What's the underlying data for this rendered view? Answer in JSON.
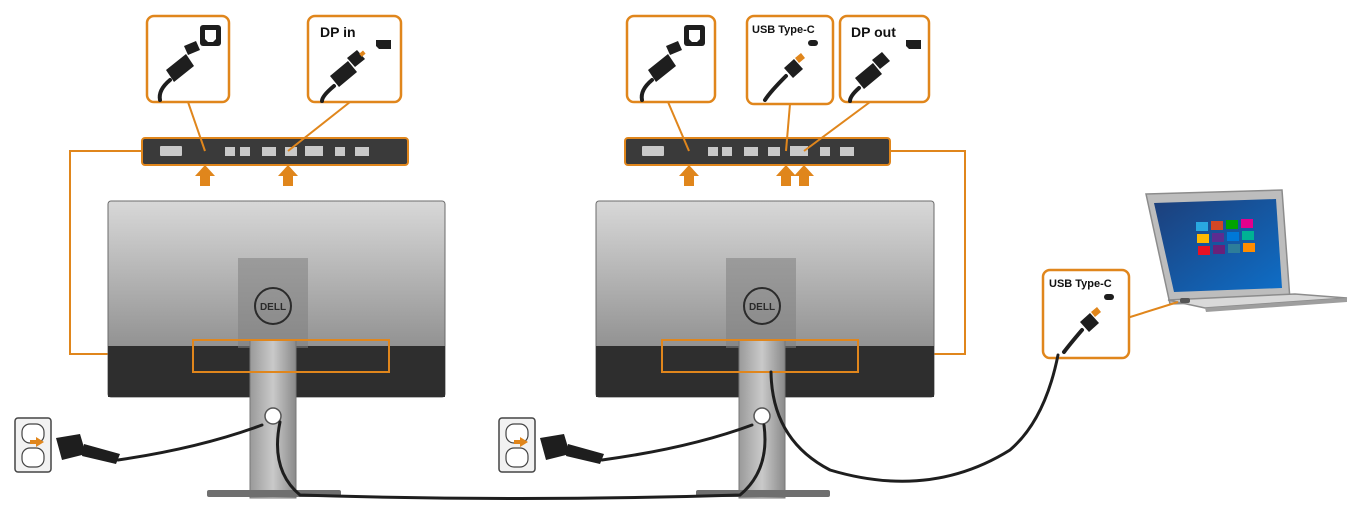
{
  "colors": {
    "accent": "#e0861c",
    "monitor_body": "#8c8c8c",
    "monitor_band": "#2e2e2e",
    "port_strip": "#3a3a3a",
    "cable": "#1e1e1e"
  },
  "left_monitor": {
    "callouts": [
      {
        "id": "power",
        "icon": "power-socket-icon",
        "label": ""
      },
      {
        "id": "dp-in",
        "icon": "displayport-plug-icon",
        "label": "DP in"
      }
    ],
    "logo": "DELL"
  },
  "right_monitor": {
    "callouts": [
      {
        "id": "power",
        "icon": "power-socket-icon",
        "label": ""
      },
      {
        "id": "usb-c",
        "icon": "usb-c-plug-icon",
        "label": "USB Type-C"
      },
      {
        "id": "dp-out",
        "icon": "displayport-plug-icon",
        "label": "DP out"
      }
    ],
    "logo": "DELL"
  },
  "laptop": {
    "callout": {
      "id": "laptop-usb-c",
      "icon": "usb-c-plug-icon",
      "label": "USB Type-C"
    }
  }
}
